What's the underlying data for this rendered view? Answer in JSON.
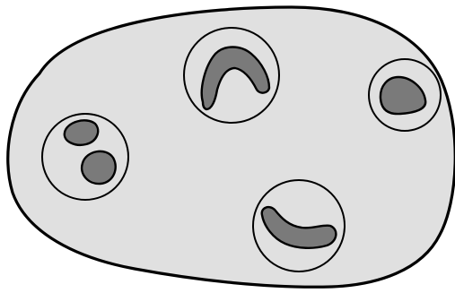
{
  "diagram": {
    "colors": {
      "background": "#ffffff",
      "outline": "#000000",
      "cell_fill": "#e0e0e0",
      "nucleus_fill": "#7a7a7a"
    },
    "container_count": 1,
    "vesicle_count": 4,
    "vesicles": [
      {
        "nucleus_shape": "two-lobes"
      },
      {
        "nucleus_shape": "inverted-v"
      },
      {
        "nucleus_shape": "single-blob"
      },
      {
        "nucleus_shape": "curved-band"
      }
    ]
  }
}
